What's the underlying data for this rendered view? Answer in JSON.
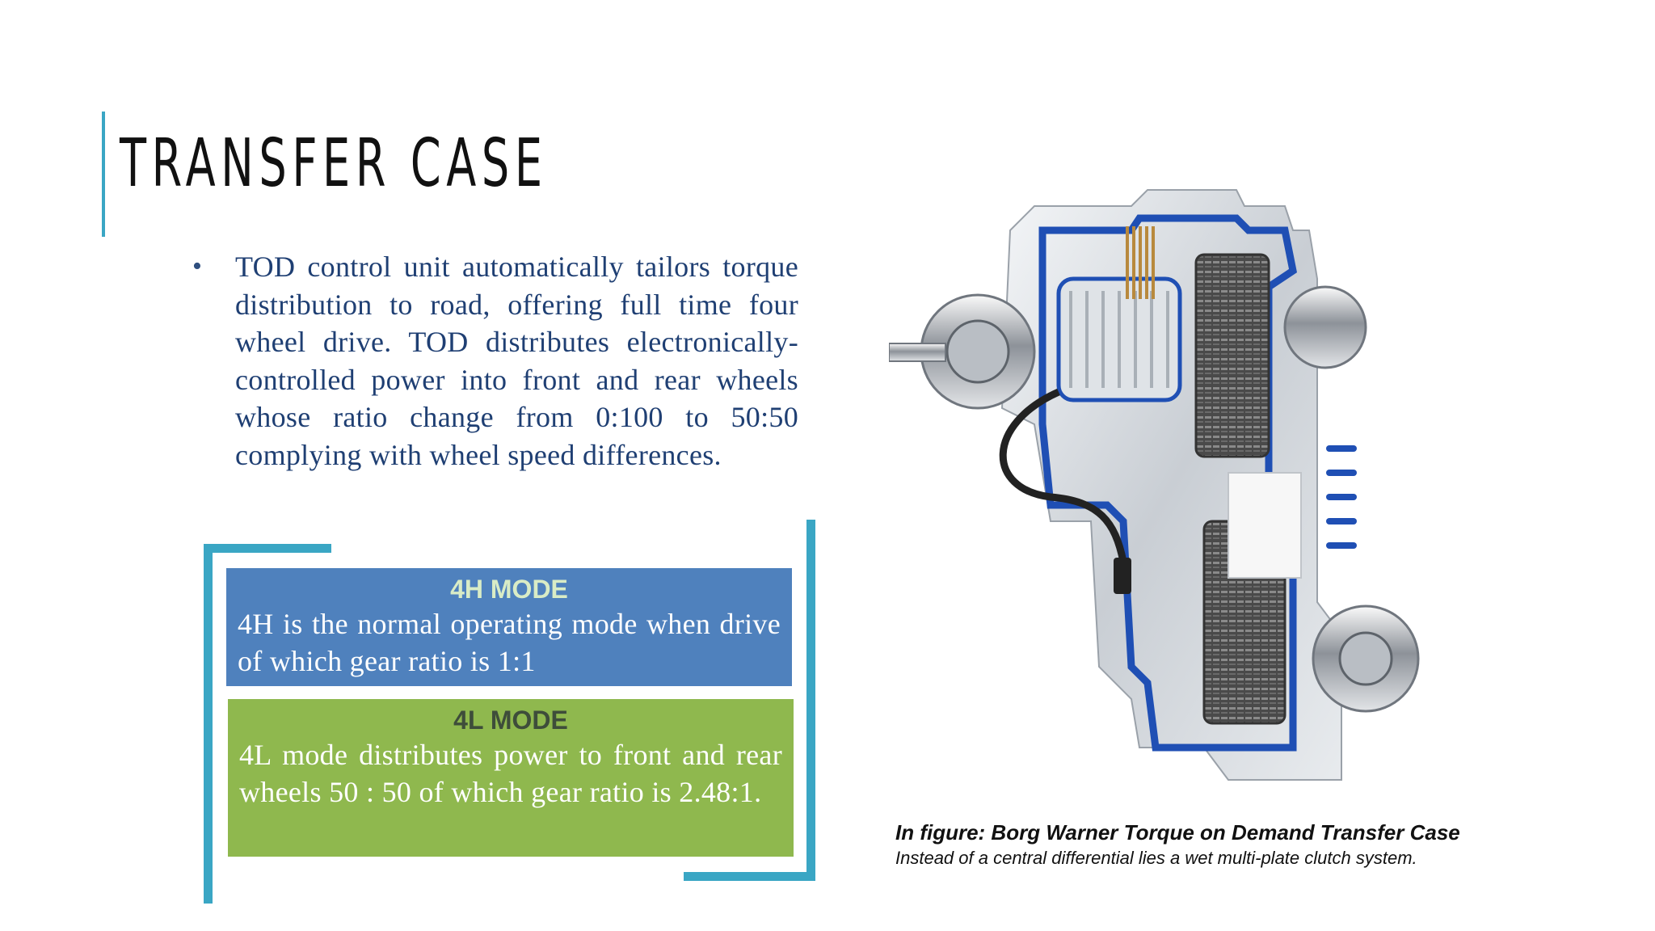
{
  "slide": {
    "title": "TRANSFER CASE",
    "bullet": {
      "marker": "•",
      "text": "TOD control unit automatically tailors torque distribution to road, offering full time four wheel drive. TOD distributes electronically-controlled power into front and rear wheels whose ratio change from 0:100 to 50:50 complying with wheel speed differences."
    },
    "modes": [
      {
        "title": "4H MODE",
        "text": "4H is the normal operating mode when drive of which gear ratio is 1:1"
      },
      {
        "title": "4L MODE",
        "text": "4L mode distributes power to front and rear wheels 50 : 50 of which gear ratio is 2.48:1."
      }
    ],
    "figure": {
      "caption": "In figure: Borg Warner Torque on Demand Transfer Case",
      "subcaption": "Instead of a central differential lies a wet multi-plate clutch system."
    }
  },
  "colors": {
    "accent": "#3aa6c4",
    "mode_4h_bg": "#4f81bd",
    "mode_4l_bg": "#8fb84e",
    "bullet_text": "#1f3f73",
    "figure_blue": "#1f4fb4"
  }
}
